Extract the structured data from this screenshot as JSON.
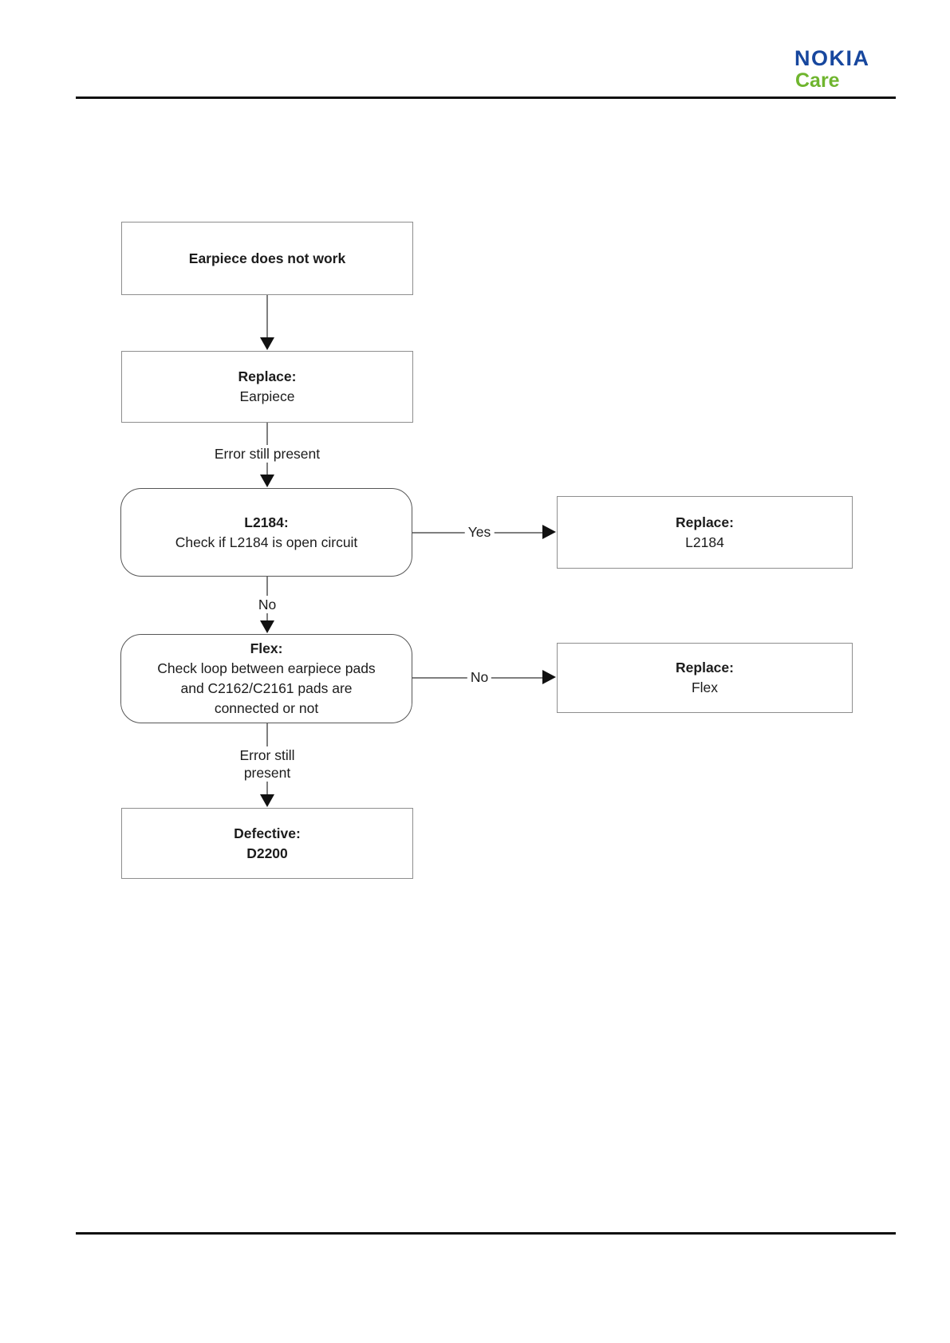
{
  "page": {
    "background": "#ffffff"
  },
  "header": {
    "brand": "NOKIA",
    "brand_sub": "Care",
    "brand_color": "#17479E",
    "brand_sub_color": "#6FB52E"
  },
  "flowchart": {
    "line_color": "#7F7F7F",
    "arrow_color": "#111111",
    "nodes": [
      {
        "id": "earpiece-does-not-work",
        "shape": "rect",
        "title": "Earpiece does not work",
        "body": []
      },
      {
        "id": "replace-earpiece",
        "shape": "rect",
        "title": "Replace:",
        "body": [
          "Earpiece"
        ]
      },
      {
        "id": "l2184-check",
        "shape": "rounded",
        "title": "L2184:",
        "body": [
          "Check if L2184 is open circuit"
        ]
      },
      {
        "id": "replace-l2184",
        "shape": "rect",
        "title": "Replace:",
        "body": [
          "L2184"
        ]
      },
      {
        "id": "flex-check",
        "shape": "rounded",
        "title": "Flex:",
        "body": [
          "Check loop between earpiece pads",
          "and C2162/C2161 pads are",
          "connected or not"
        ]
      },
      {
        "id": "replace-flex",
        "shape": "rect",
        "title": "Replace:",
        "body": [
          "Flex"
        ]
      },
      {
        "id": "defective-d2200",
        "shape": "rect",
        "title": "Defective:",
        "body": [
          "D2200"
        ],
        "body_bold": true
      }
    ],
    "edge_labels": {
      "error_still_present": "Error still present",
      "yes": "Yes",
      "no_down": "No",
      "no_right": "No",
      "error_still_line1": "Error still",
      "error_still_line2": "present"
    }
  }
}
